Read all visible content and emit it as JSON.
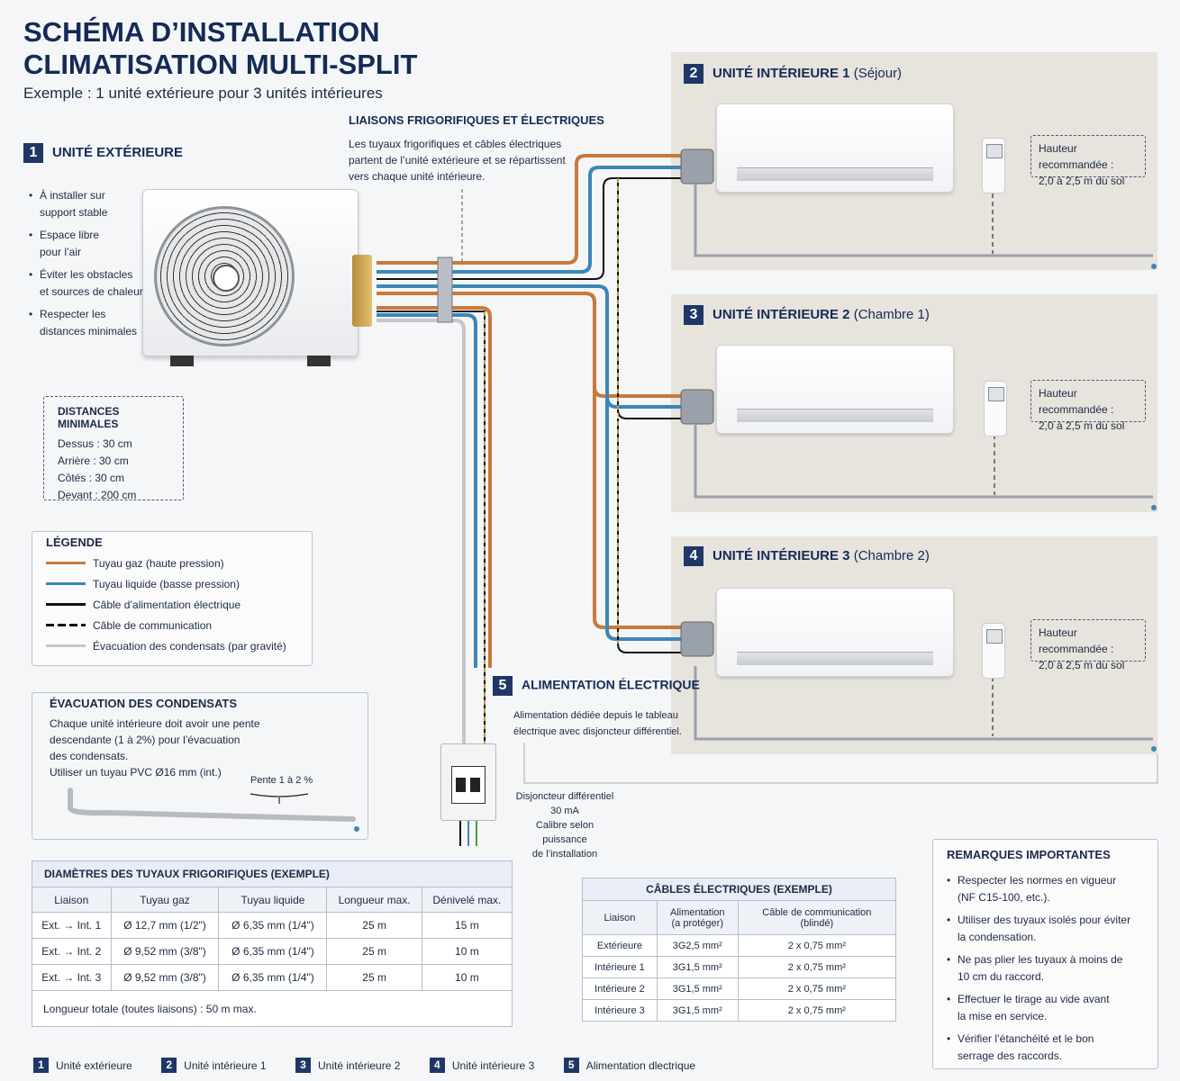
{
  "header": {
    "title_line1": "SCHÉMA D’INSTALLATION",
    "title_line2": "CLIMATISATION MULTI-SPLIT",
    "subtitle": "Exemple : 1 unité extérieure pour 3 unités intérieures"
  },
  "outdoor": {
    "number": "1",
    "title": "UNITÉ EXTÉRIEURE",
    "tips": [
      [
        "À installer sur",
        "support stable"
      ],
      [
        "Espace libre",
        "pour l’air"
      ],
      [
        "Éviter les obstacles",
        "et sources de chaleur"
      ],
      [
        "Respecter les",
        "distances minimales"
      ]
    ]
  },
  "connections": {
    "title": "LIAISONS FRIGORIFIQUES ET ÉLECTRIQUES",
    "lines": [
      "Les tuyaux frigorifiques et câbles électriques",
      "partent de l’unité extérieure et se répartissent",
      "vers chaque unité intérieure."
    ]
  },
  "distances": {
    "title": "DISTANCES MINIMALES",
    "items": [
      "Dessus : 30 cm",
      "Arrière : 30 cm",
      "Côtés : 30 cm",
      "Devant : 200 cm"
    ]
  },
  "legend": {
    "title": "LÉGENDE",
    "items": [
      {
        "label": "Tuyau gaz (haute pression)",
        "color": "#c8793c",
        "style": "solid"
      },
      {
        "label": "Tuyau liquide (basse pression)",
        "color": "#3b87b5",
        "style": "solid"
      },
      {
        "label": "Câble d’alimentation électrique",
        "color": "#111111",
        "style": "solid"
      },
      {
        "label": "Câble de communication",
        "color": "#111111",
        "style": "dashed"
      },
      {
        "label": "Évacuation des condensats (par gravité)",
        "color": "#c4c6ca",
        "style": "solid"
      }
    ]
  },
  "condensate": {
    "title": "ÉVACUATION DES CONDENSATS",
    "lines": [
      "Chaque unité intérieure doit avoir une pente",
      "descendante (1 à 2%) pour l’évacuation",
      "des condensats.",
      "Utiliser un tuyau PVC Ø16 mm (int.)"
    ],
    "slope_label": "Pente 1 à 2 %"
  },
  "indoor_units": [
    {
      "number": "2",
      "title": "UNITÉ INTÉRIEURE 1",
      "room": "(Séjour)"
    },
    {
      "number": "3",
      "title": "UNITÉ INTÉRIEURE 2",
      "room": "(Chambre 1)"
    },
    {
      "number": "4",
      "title": "UNITÉ INTÉRIEURE 3",
      "room": "(Chambre 2)"
    }
  ],
  "height_note": [
    "Hauteur recommandée :",
    "2,0 à 2,5 m du sol"
  ],
  "power": {
    "number": "5",
    "title": "ALIMENTATION ÉLECTRIQUE",
    "lines": [
      "Alimentation dédiée depuis le tableau",
      "électrique avec disjoncteur différentiel."
    ],
    "breaker_lines": [
      "Disjoncteur différentiel",
      "30 mA",
      "Calibre selon puissance",
      "de l’installation"
    ]
  },
  "pipe_table": {
    "title": "DIAMÈTRES DES TUYAUX FRIGORIFIQUES (EXEMPLE)",
    "headers": [
      "Liaison",
      "Tuyau gaz",
      "Tuyau liquide",
      "Longueur max.",
      "Dénivelé max."
    ],
    "rows": [
      [
        "Ext. → Int. 1",
        "Ø 12,7 mm (1/2\")",
        "Ø 6,35 mm (1/4\")",
        "25 m",
        "15 m"
      ],
      [
        "Ext. → Int. 2",
        "Ø 9,52 mm (3/8\")",
        "Ø 6,35 mm (1/4\")",
        "25 m",
        "10 m"
      ],
      [
        "Ext. → Int. 3",
        "Ø 9,52 mm (3/8\")",
        "Ø 6,35 mm (1/4\")",
        "25 m",
        "10 m"
      ]
    ],
    "footer": "Longueur totale (toutes liaisons) : 50 m max."
  },
  "cable_table": {
    "title": "CÂBLES ÉLECTRIQUES (EXEMPLE)",
    "headers": [
      "Liaison",
      "Alimentation",
      "(a protéger)",
      "Câble de communication",
      "(blindé)"
    ],
    "rows": [
      [
        "Extérieure",
        "3G2,5 mm²",
        "2 x 0,75 mm²"
      ],
      [
        "Intérieure 1",
        "3G1,5 mm²",
        "2 x 0,75 mm²"
      ],
      [
        "Intérieure 2",
        "3G1,5 mm²",
        "2 x 0,75 mm²"
      ],
      [
        "Intérieure 3",
        "3G1,5 mm²",
        "2 x 0,75 mm²"
      ]
    ]
  },
  "remarks": {
    "title": "REMARQUES IMPORTANTES",
    "items": [
      [
        "Respecter les normes en vigueur",
        "(NF C15-100, etc.)."
      ],
      [
        "Utiliser des tuyaux isolés pour éviter",
        "la condensation."
      ],
      [
        "Ne pas plier les tuyaux à moins de",
        "10 cm du raccord."
      ],
      [
        "Effectuer le tirage au vide avant",
        "la mise en service."
      ],
      [
        "Vérifier l’étanchéité et le bon",
        "serrage des raccords."
      ]
    ]
  },
  "footer_legend": [
    {
      "number": "1",
      "label": "Unité extérieure"
    },
    {
      "number": "2",
      "label": "Unité intérieure 1"
    },
    {
      "number": "3",
      "label": "Unité intérieure 2"
    },
    {
      "number": "4",
      "label": "Unité intérieure 3"
    },
    {
      "number": "5",
      "label": "Alimentation dlectrique"
    }
  ],
  "colors": {
    "navy": "#1f3766",
    "gas": "#c8793c",
    "liquid": "#3b87b5",
    "wall": "#e7e3dd"
  }
}
